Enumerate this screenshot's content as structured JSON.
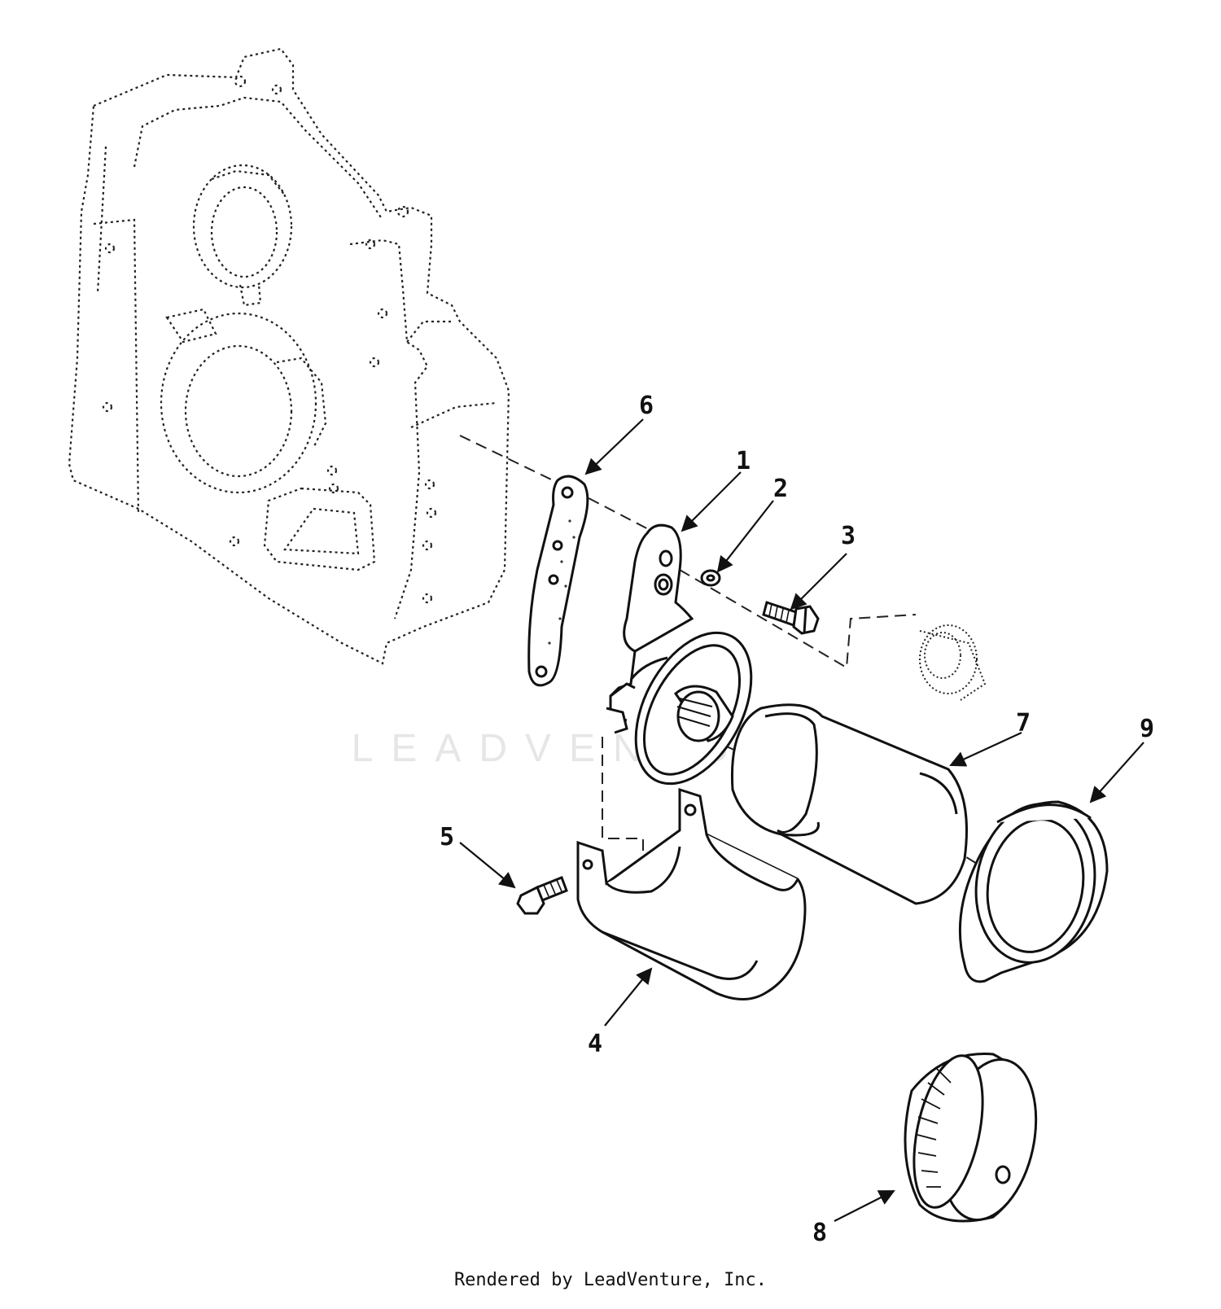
{
  "watermark": "LEADVENTURE",
  "footer_text": "Rendered by LeadVenture, Inc.",
  "callouts": {
    "c1": "1",
    "c2": "2",
    "c3": "3",
    "c4": "4",
    "c5": "5",
    "c6": "6",
    "c7": "7",
    "c8": "8",
    "c9": "9"
  }
}
